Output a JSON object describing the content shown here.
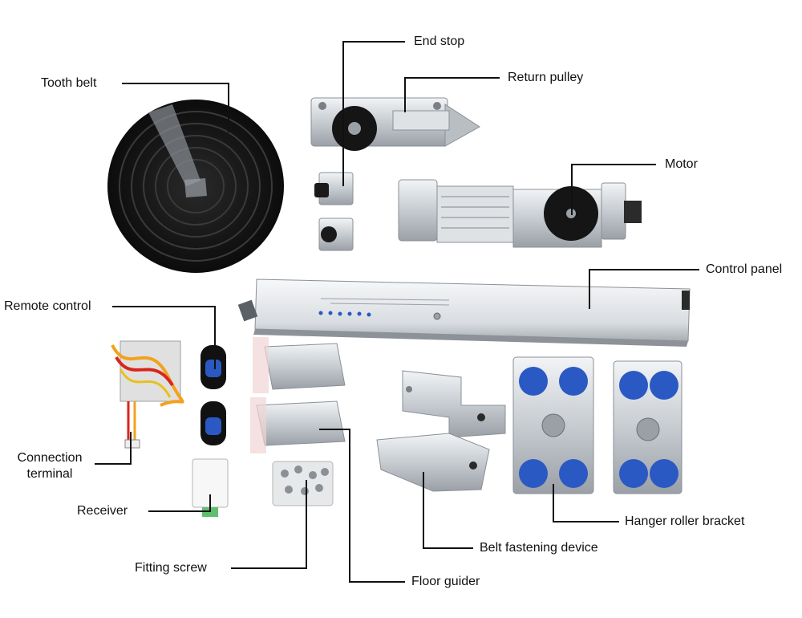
{
  "labels": {
    "tooth_belt": "Tooth belt",
    "end_stop": "End stop",
    "return_pulley": "Return pulley",
    "motor": "Motor",
    "control_panel": "Control panel",
    "remote_control": "Remote control",
    "connection_terminal_1": "Connection",
    "connection_terminal_2": "terminal",
    "receiver": "Receiver",
    "fitting_screw": "Fitting screw",
    "floor_guider": "Floor guider",
    "belt_fastening_device": "Belt fastening device",
    "hanger_roller_bracket": "Hanger roller bracket"
  },
  "colors": {
    "leader_line": "#111111",
    "belt": "#141414",
    "metal": "#c9ced3",
    "roller_blue": "#2b59c3"
  }
}
